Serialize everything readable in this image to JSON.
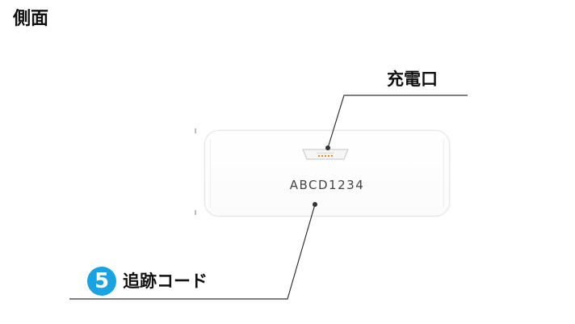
{
  "page": {
    "title": "側面"
  },
  "device": {
    "tracking_code_text": "ABCD1234"
  },
  "callouts": {
    "charging_port": {
      "label": "充電口"
    },
    "tracking_code": {
      "number": "5",
      "label": "追跡コード"
    }
  },
  "colors": {
    "badge": "#1aa3e2",
    "leader_line": "#333333",
    "port_pins": "#e08a2b"
  }
}
